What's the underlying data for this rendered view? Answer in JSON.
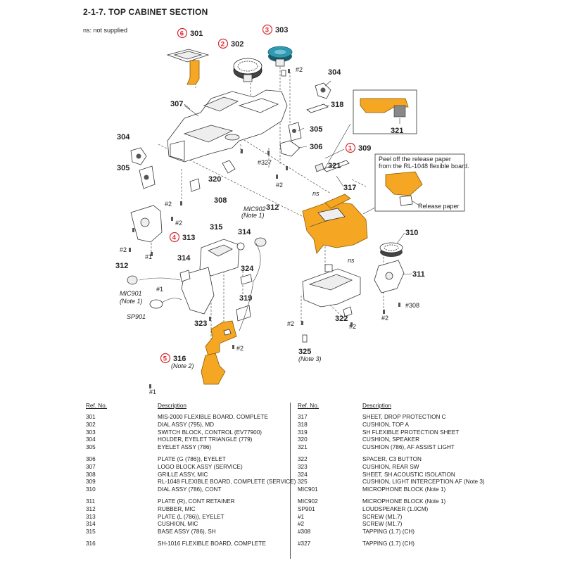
{
  "header": {
    "title": "2-1-7. TOP CABINET SECTION",
    "note": "ns: not supplied"
  },
  "diagram": {
    "callouts": [
      {
        "id": "301",
        "label": "301",
        "num": "6"
      },
      {
        "id": "302",
        "label": "302",
        "num": "2"
      },
      {
        "id": "303",
        "label": "303",
        "num": "3"
      },
      {
        "id": "304a",
        "label": "304"
      },
      {
        "id": "304b",
        "label": "304"
      },
      {
        "id": "305a",
        "label": "305"
      },
      {
        "id": "305b",
        "label": "305"
      },
      {
        "id": "306",
        "label": "306"
      },
      {
        "id": "307",
        "label": "307"
      },
      {
        "id": "308",
        "label": "308"
      },
      {
        "id": "309",
        "label": "309",
        "num": "1"
      },
      {
        "id": "310",
        "label": "310"
      },
      {
        "id": "311",
        "label": "311"
      },
      {
        "id": "312a",
        "label": "312"
      },
      {
        "id": "312b",
        "label": "312"
      },
      {
        "id": "313",
        "label": "313",
        "num": "4"
      },
      {
        "id": "314a",
        "label": "314"
      },
      {
        "id": "314b",
        "label": "314"
      },
      {
        "id": "315",
        "label": "315"
      },
      {
        "id": "316",
        "label": "316",
        "num": "5"
      },
      {
        "id": "317",
        "label": "317"
      },
      {
        "id": "318",
        "label": "318"
      },
      {
        "id": "319",
        "label": "319"
      },
      {
        "id": "320",
        "label": "320"
      },
      {
        "id": "321a",
        "label": "321"
      },
      {
        "id": "321b",
        "label": "321"
      },
      {
        "id": "322",
        "label": "322"
      },
      {
        "id": "323",
        "label": "323"
      },
      {
        "id": "324",
        "label": "324"
      },
      {
        "id": "325",
        "label": "325"
      }
    ],
    "screws": {
      "s2": "#2",
      "s1": "#1",
      "s308": "#308",
      "s327": "#327"
    },
    "labels": {
      "ns": "ns",
      "note1": "(Note 1)",
      "note2": "(Note 2)",
      "note3": "(Note 3)",
      "mic901": "MIC901",
      "mic902": "MIC902",
      "sp901": "SP901",
      "release_paper": "Release paper",
      "peel_note_line1": "Peel off the release paper",
      "peel_note_line2": "from the RL-1048 flexible board."
    }
  },
  "table": {
    "headers": {
      "ref": "Ref. No.",
      "desc": "Description"
    },
    "left": [
      {
        "ref": "301",
        "desc": "MIS-2000 FLEXIBLE BOARD, COMPLETE"
      },
      {
        "ref": "302",
        "desc": "DIAL ASSY (795), MD"
      },
      {
        "ref": "303",
        "desc": "SWITCH BLOCK, CONTROL (EV77900)"
      },
      {
        "ref": "304",
        "desc": "HOLDER, EYELET TRIANGLE (779)"
      },
      {
        "ref": "305",
        "desc": "EYELET ASSY (786)"
      },
      {
        "ref": "306",
        "desc": "PLATE (G (786)), EYELET"
      },
      {
        "ref": "307",
        "desc": "LOGO BLOCK ASSY (SERVICE)"
      },
      {
        "ref": "308",
        "desc": "GRILLE ASSY, MIC"
      },
      {
        "ref": "309",
        "desc": "RL-1048 FLEXIBLE BOARD, COMPLETE (SERVICE)"
      },
      {
        "ref": "310",
        "desc": "DIAL ASSY (786), CONT"
      },
      {
        "ref": "311",
        "desc": "PLATE (R), CONT RETAINER"
      },
      {
        "ref": "312",
        "desc": "RUBBER, MIC"
      },
      {
        "ref": "313",
        "desc": "PLATE (L (786)), EYELET"
      },
      {
        "ref": "314",
        "desc": "CUSHION, MIC"
      },
      {
        "ref": "315",
        "desc": "BASE ASSY (786), SH"
      },
      {
        "ref": "316",
        "desc": "SH-1016 FLEXIBLE BOARD, COMPLETE"
      }
    ],
    "right": [
      {
        "ref": "317",
        "desc": "SHEET, DROP PROTECTION C"
      },
      {
        "ref": "318",
        "desc": "CUSHION, TOP A"
      },
      {
        "ref": "319",
        "desc": "SH FLEXIBLE PROTECTION SHEET"
      },
      {
        "ref": "320",
        "desc": "CUSHION, SPEAKER"
      },
      {
        "ref": "321",
        "desc": "CUSHION (786), AF ASSIST LIGHT"
      },
      {
        "ref": "322",
        "desc": "SPACER, C3 BUTTON"
      },
      {
        "ref": "323",
        "desc": "CUSHION, REAR SW"
      },
      {
        "ref": "324",
        "desc": "SHEET, SH ACOUSTIC ISOLATION"
      },
      {
        "ref": "325",
        "desc": "CUSHION, LIGHT INTERCEPTION AF (Note 3)"
      },
      {
        "ref": "MIC901",
        "desc": "MICROPHONE BLOCK (Note 1)"
      },
      {
        "ref": "MIC902",
        "desc": "MICROPHONE BLOCK (Note 1)"
      },
      {
        "ref": "SP901",
        "desc": "LOUDSPEAKER (1.0CM)"
      },
      {
        "ref": "#1",
        "desc": "SCREW (M1.7)"
      },
      {
        "ref": "#2",
        "desc": "SCREW (M1.7)"
      },
      {
        "ref": "#308",
        "desc": "TAPPING (1.7) (CH)"
      },
      {
        "ref": "#327",
        "desc": "TAPPING (1.7) (CH)"
      }
    ]
  },
  "colors": {
    "highlight_part": "#f5a623",
    "callout_circle": "#d9272e",
    "dial_part": "#2e9bb5"
  }
}
